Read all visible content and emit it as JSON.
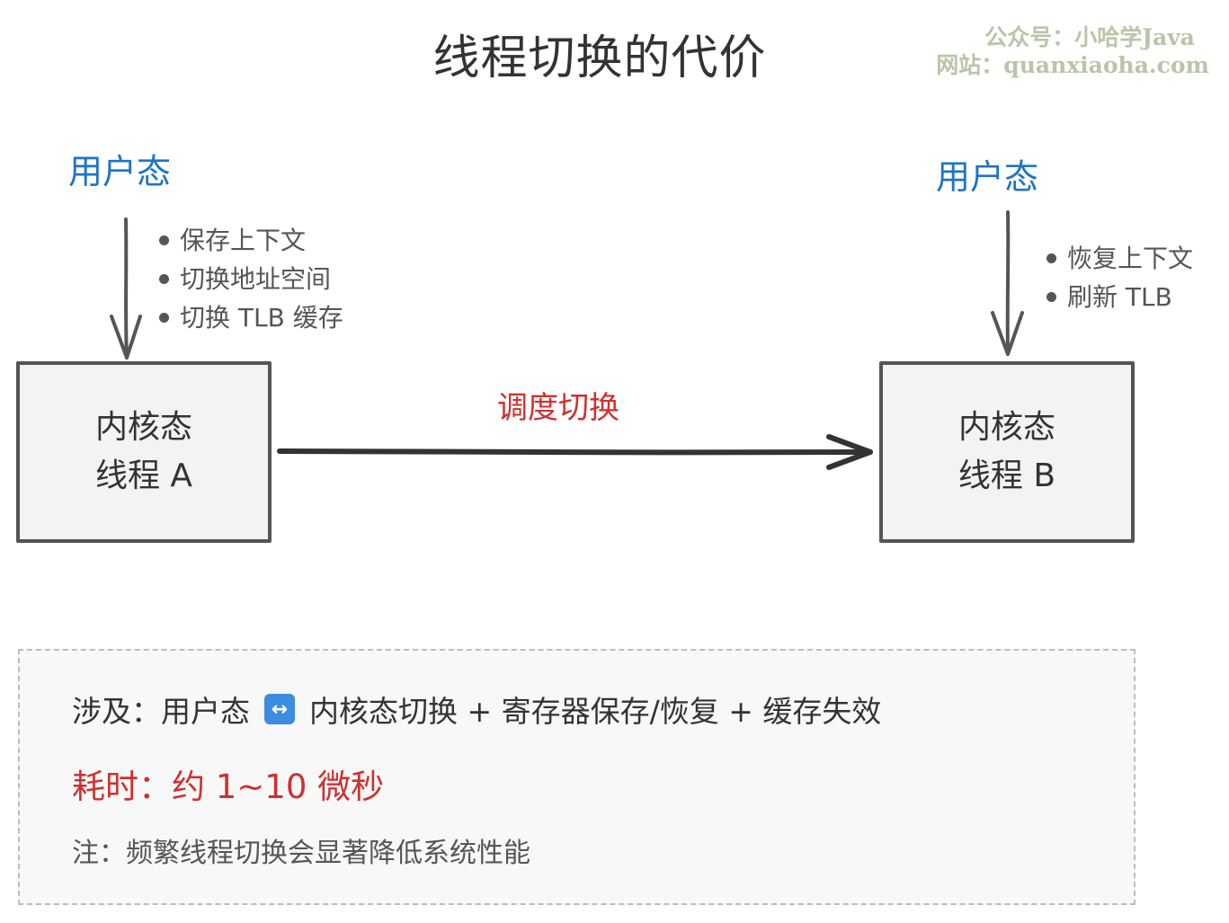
{
  "title": "线程切换的代价",
  "watermark": {
    "line1": "公众号：小哈学Java",
    "line2": "网站：quanxiaoha.com"
  },
  "left": {
    "user_state_label": "用户态",
    "bullets": [
      "保存上下文",
      "切换地址空间",
      "切换 TLB 缓存"
    ],
    "box": {
      "line1": "内核态",
      "line2": "线程 A"
    }
  },
  "right": {
    "user_state_label": "用户态",
    "bullets": [
      "恢复上下文",
      "刷新 TLB"
    ],
    "box": {
      "line1": "内核态",
      "line2": "线程 B"
    }
  },
  "transition": {
    "label": "调度切换"
  },
  "info": {
    "involves_prefix": "涉及：用户态",
    "swap_icon": "left-right-arrow-icon",
    "swap_glyph": "↔",
    "involves_suffix": "内核态切换 + 寄存器保存/恢复 + 缓存失效",
    "cost": "耗时：约 1~10 微秒",
    "note": "注：频繁线程切换会显著降低系统性能"
  },
  "colors": {
    "user_state": "#1e74c8",
    "highlight_red": "#d0302f",
    "stroke": "#555555",
    "box_fill": "#f3f3f3",
    "watermark": "#b9c5a9"
  }
}
